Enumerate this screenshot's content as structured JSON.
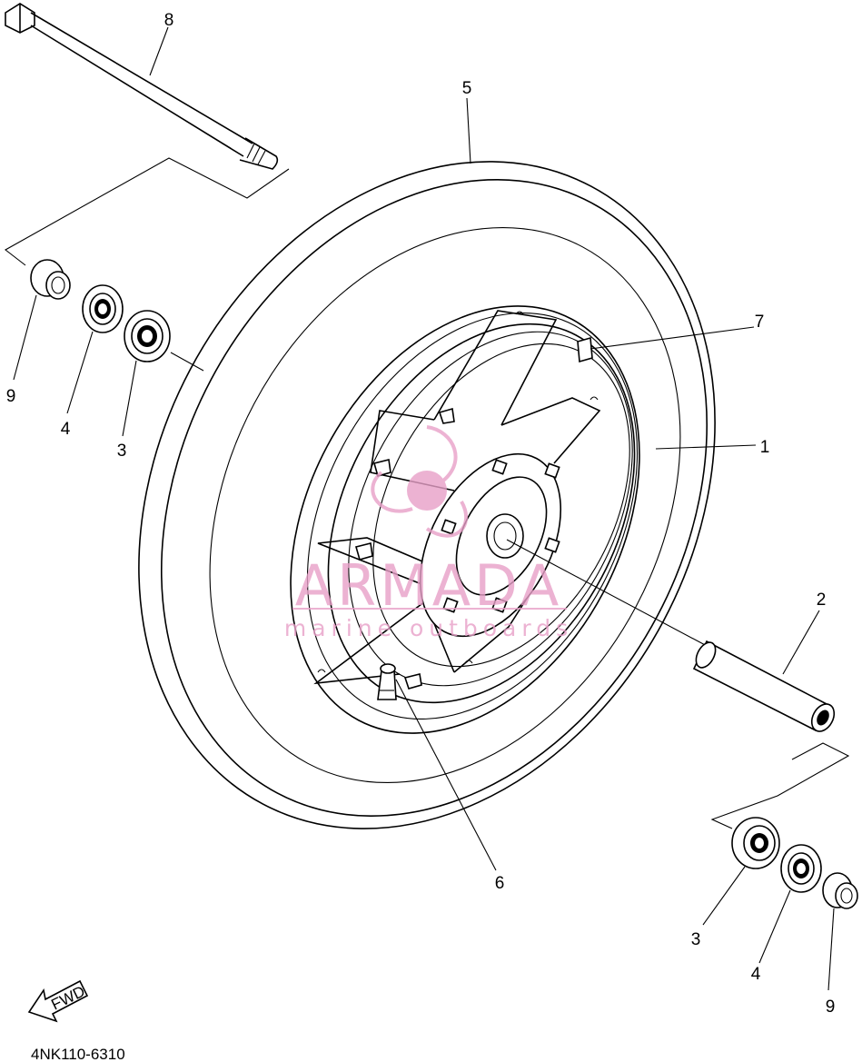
{
  "callouts": {
    "shaft_top": "8",
    "tire": "5",
    "collar_left": "9",
    "seal_left": "4",
    "bearing_left": "3",
    "valve_weight": "7",
    "wheel": "1",
    "spacer": "2",
    "valve": "6",
    "bearing_right": "3",
    "seal_right": "4",
    "collar_right": "9"
  },
  "direction_label": "FWD",
  "diagram_code": "4NK110-6310",
  "watermark": {
    "title": "ARMADA",
    "subtitle": "marine outboards",
    "color": "#e8a0c8"
  }
}
